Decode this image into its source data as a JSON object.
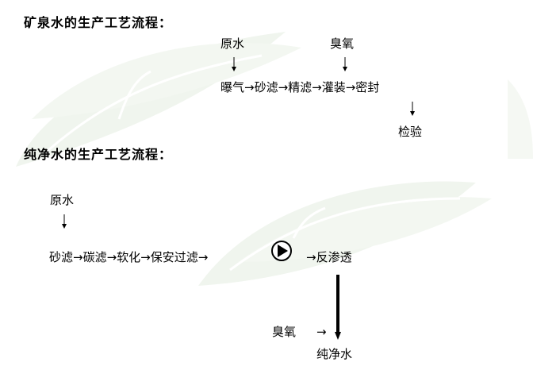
{
  "mineral": {
    "heading": "矿泉水的生产工艺流程：",
    "input_raw": "原水",
    "input_ozone": "臭氧",
    "chain": "曝气→砂滤→精滤→灌装→密封",
    "steps": [
      "曝气",
      "砂滤",
      "精滤",
      "灌装",
      "密封"
    ],
    "output": "检验"
  },
  "pure": {
    "heading": "纯净水的生产工艺流程：",
    "input_raw": "原水",
    "chain": "砂滤→碳滤→软化→保安过滤→",
    "steps": [
      "砂滤",
      "碳滤",
      "软化",
      "保安过滤",
      "pump",
      "反渗透"
    ],
    "after_pump": "→反渗透",
    "pump_icon": "pump-icon",
    "ozone": "臭氧",
    "ozone_arrow": "→",
    "output": "纯净水"
  },
  "colors": {
    "background": "#ffffff",
    "leaf": "#eef4ec",
    "text": "#000000"
  }
}
